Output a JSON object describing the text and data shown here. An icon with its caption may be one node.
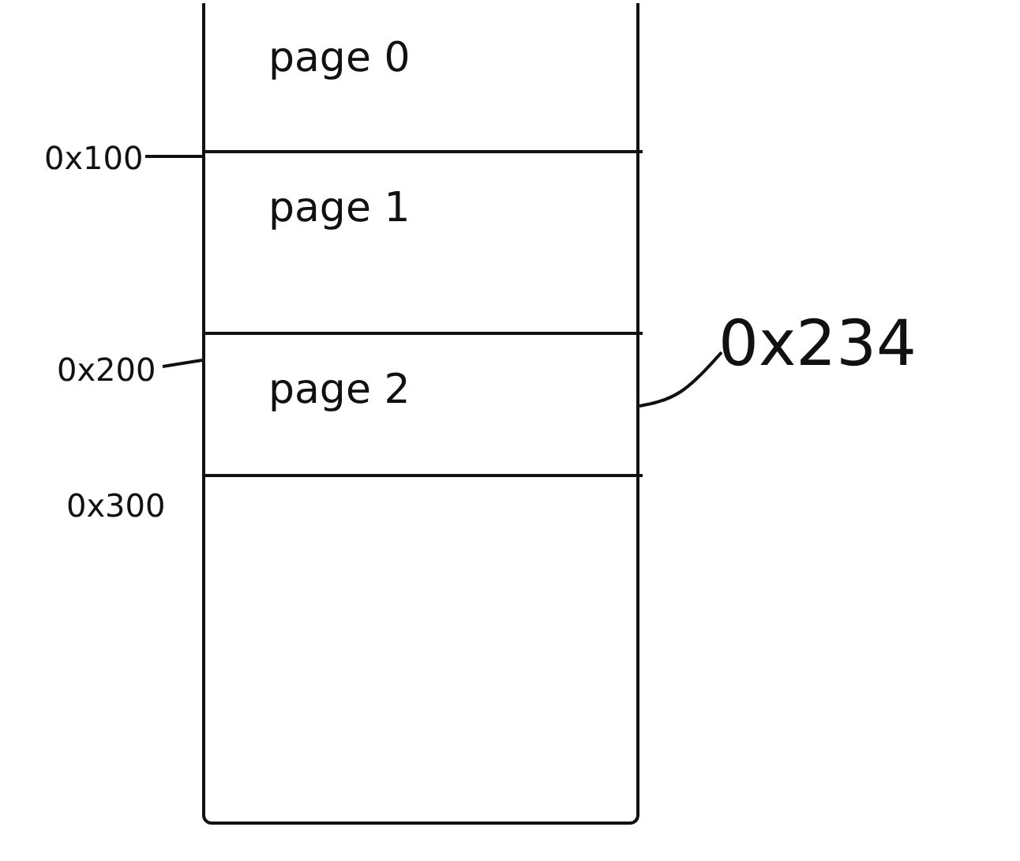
{
  "diagram": {
    "nodes": [
      {
        "text": [],
        "shape": "box"
      },
      {
        "text": [
          "page 0"
        ],
        "in": 0
      },
      {
        "text": [
          "page 1"
        ],
        "in": 0
      },
      {
        "text": [
          "page 2"
        ],
        "in": 0
      },
      {
        "text": [
          "0x234"
        ]
      }
    ],
    "edges": [
      {
        "from": 4,
        "to": 3,
        "arrow": "none"
      }
    ],
    "labels": [
      "0x100",
      "0x200",
      "0x300"
    ]
  }
}
